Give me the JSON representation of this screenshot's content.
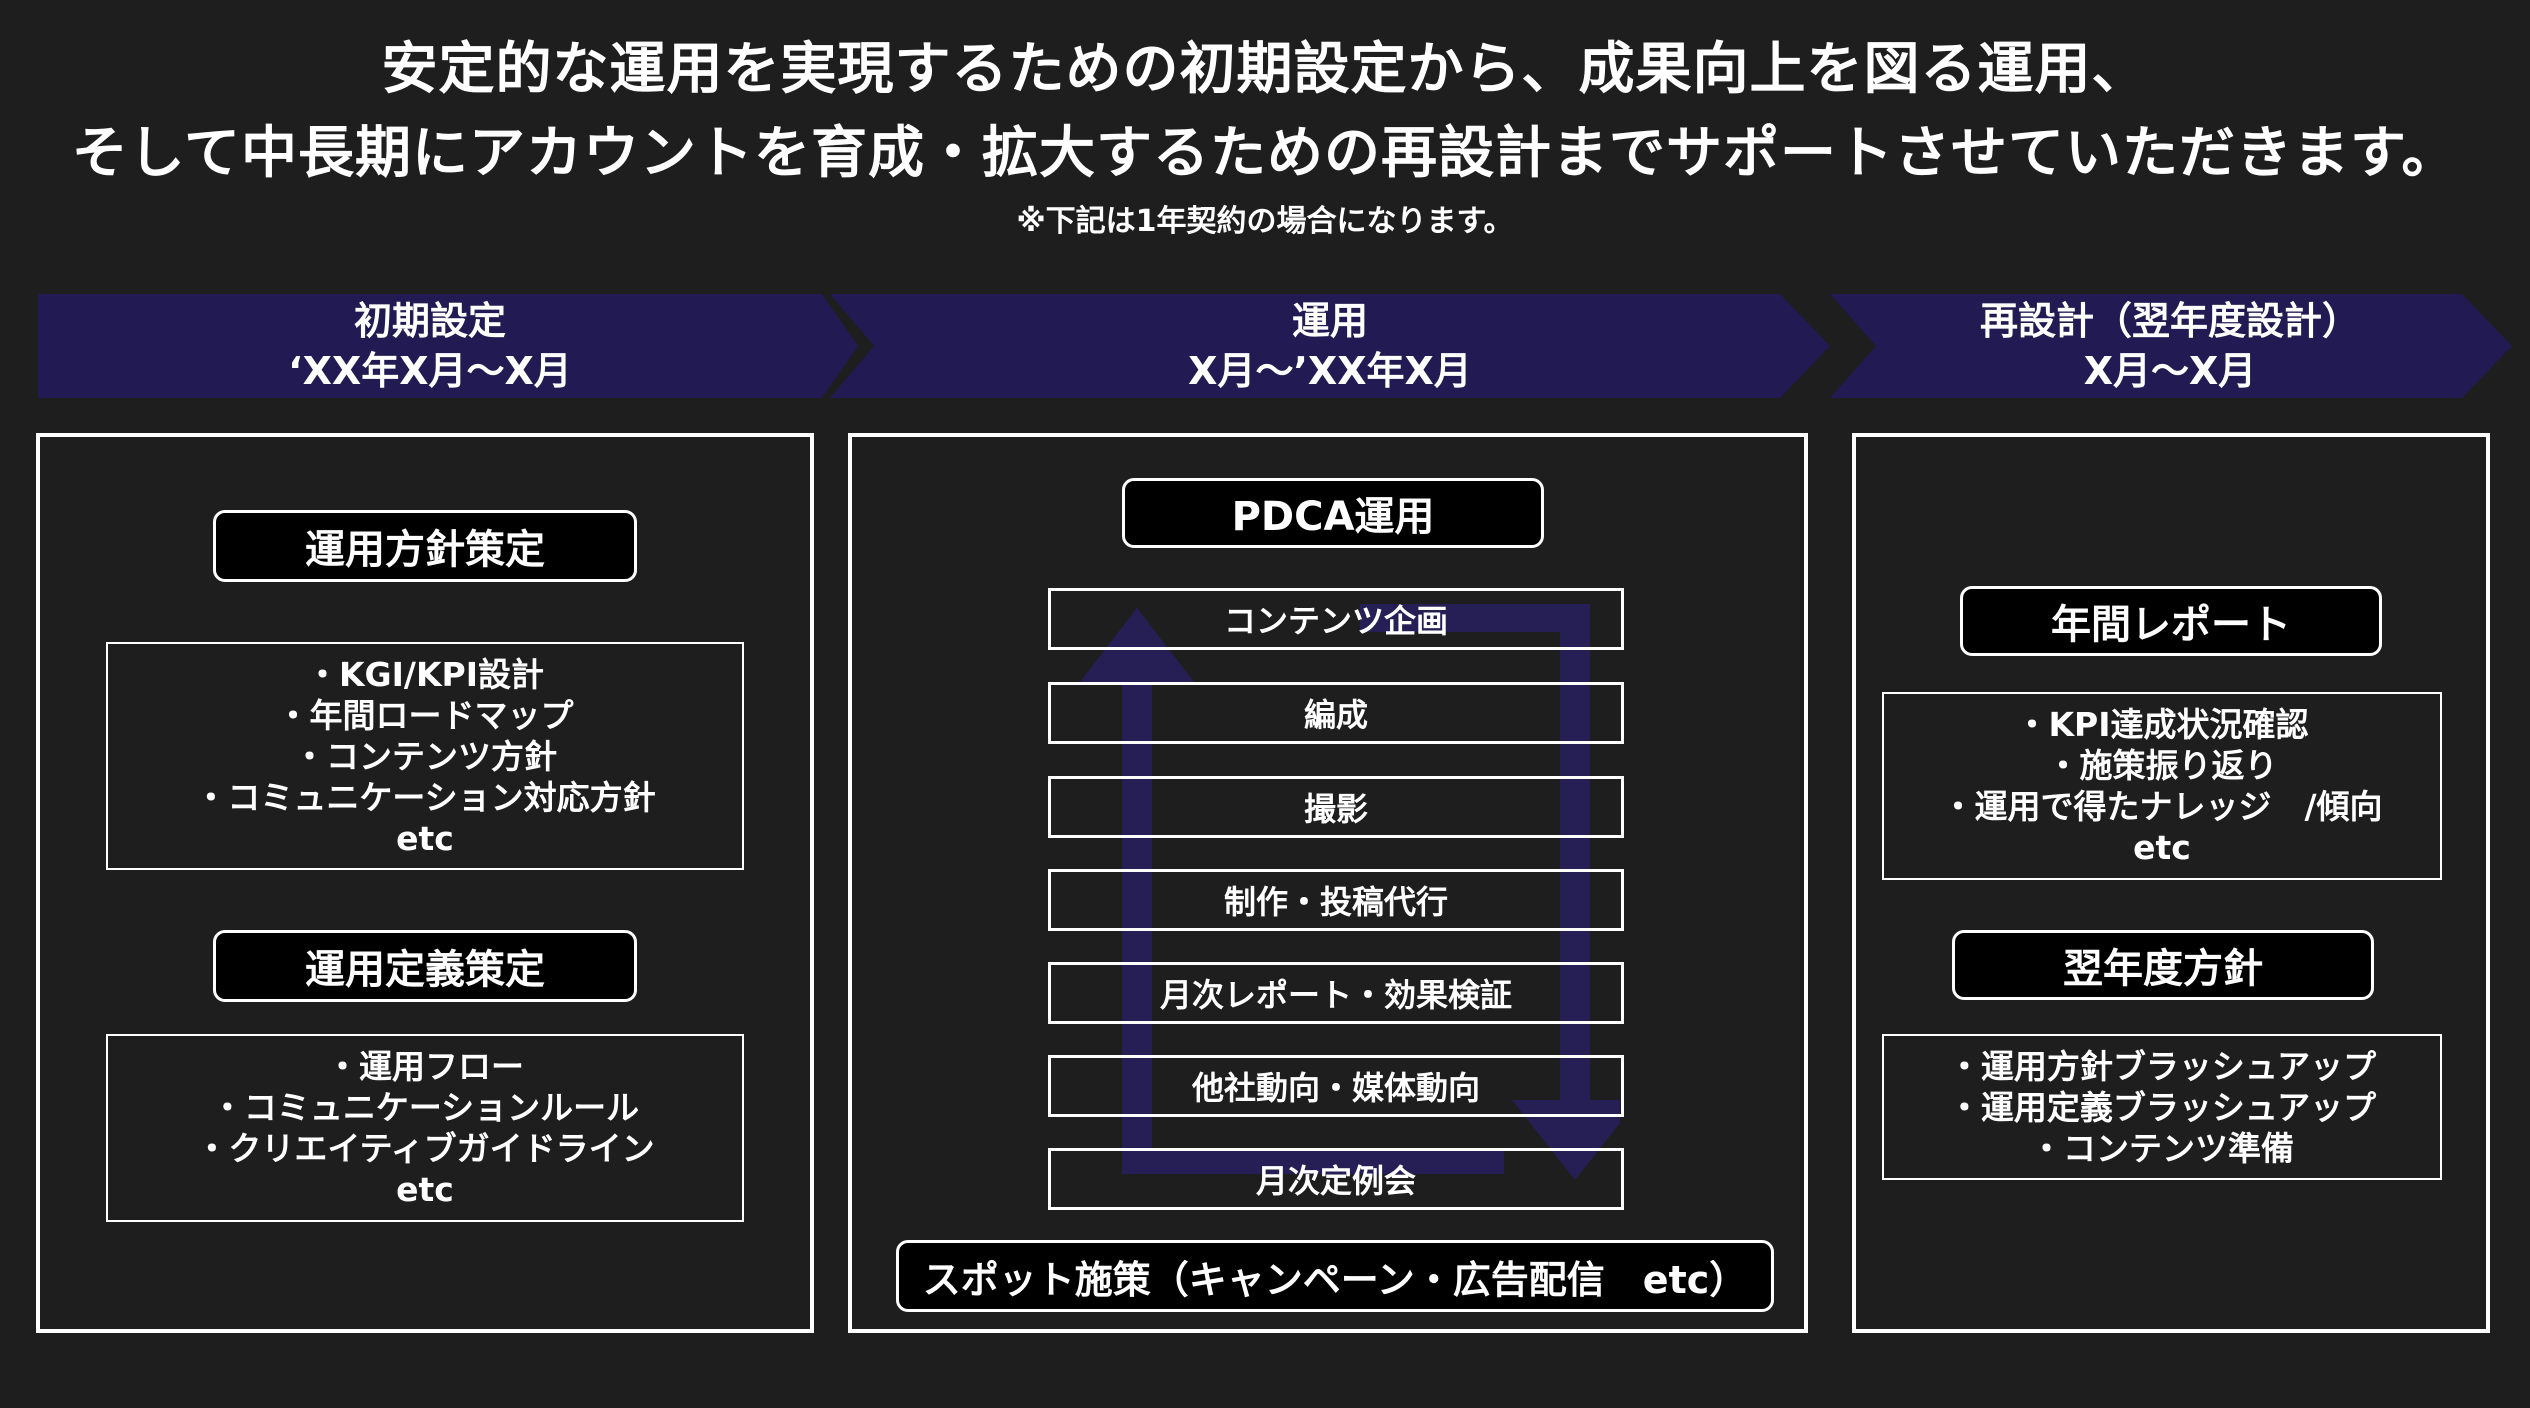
{
  "header": {
    "line1": "安定的な運用を実現するための初期設定から、成果向上を図る運用、",
    "line2": "そして中長期にアカウントを育成・拡大するための再設計までサポートさせていただきます。",
    "note": "※下記は1年契約の場合になります。"
  },
  "phases": [
    {
      "title": "初期設定",
      "period": "‘XX年X月～X月"
    },
    {
      "title": "運用",
      "period": "X月～’XX年X月"
    },
    {
      "title": "再設計（翌年度設計）",
      "period": "X月～X月"
    }
  ],
  "initial": {
    "section1": {
      "heading": "運用方針策定",
      "items": [
        "・KGI/KPI設計",
        "・年間ロードマップ",
        "・コンテンツ方針",
        "・コミュニケーション対応方針",
        "etc"
      ]
    },
    "section2": {
      "heading": "運用定義策定",
      "items": [
        "・運用フロー",
        "・コミュニケーションルール",
        "・クリエイティブガイドライン",
        "etc"
      ]
    }
  },
  "operation": {
    "heading": "PDCA運用",
    "steps": [
      "コンテンツ企画",
      "編成",
      "撮影",
      "制作・投稿代行",
      "月次レポート・効果検証",
      "他社動向・媒体動向",
      "月次定例会"
    ],
    "spot": "スポット施策（キャンペーン・広告配信　etc）"
  },
  "redesign": {
    "section1": {
      "heading": "年間レポート",
      "items": [
        "・KPI達成状況確認",
        "・施策振り返り",
        "・運用で得たナレッジ　/傾向",
        "etc"
      ]
    },
    "section2": {
      "heading": "翌年度方針",
      "items": [
        "・運用方針ブラッシュアップ",
        "・運用定義ブラッシュアップ",
        "・コンテンツ準備"
      ]
    }
  },
  "colors": {
    "background": "#1e1e1e",
    "phase_bar": "#221a52",
    "cycle_arrow": "#261f55",
    "border": "#ffffff",
    "pill": "#000000"
  }
}
